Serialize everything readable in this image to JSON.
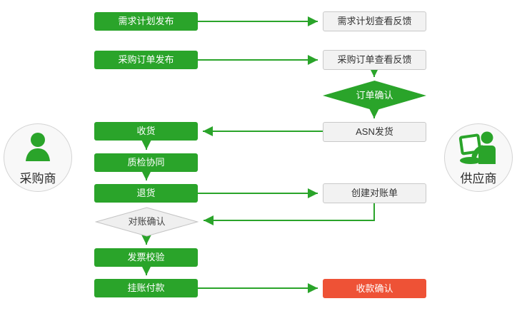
{
  "colors": {
    "green": "#2aa42a",
    "red": "#ee5236",
    "light_fill": "#f2f2f2",
    "light_border": "#c9c9c9",
    "diamond_gray_fill": "#efefef",
    "diamond_gray_border": "#c4c4c4",
    "circle_fill": "#f8f8f8",
    "circle_border": "#d4d4d4",
    "dark_text": "#333333",
    "white_text": "#ffffff"
  },
  "actors": {
    "buyer": {
      "label": "采购商",
      "icon": "user-icon"
    },
    "supplier": {
      "label": "供应商",
      "icon": "user-laptop-icon"
    }
  },
  "nodes": {
    "demand_plan_publish": {
      "label": "需求计划发布",
      "style": "green-box"
    },
    "demand_plan_feedback": {
      "label": "需求计划查看反馈",
      "style": "light-box"
    },
    "po_publish": {
      "label": "采购订单发布",
      "style": "green-box"
    },
    "po_feedback": {
      "label": "采购订单查看反馈",
      "style": "light-box"
    },
    "order_confirm": {
      "label": "订单确认",
      "style": "green-diamond"
    },
    "asn_ship": {
      "label": "ASN发货",
      "style": "light-box"
    },
    "receive_goods": {
      "label": "收货",
      "style": "green-box"
    },
    "quality_collab": {
      "label": "质检协同",
      "style": "green-box"
    },
    "return_goods": {
      "label": "退货",
      "style": "green-box"
    },
    "create_statement": {
      "label": "创建对账单",
      "style": "light-box"
    },
    "reconcile_confirm": {
      "label": "对账确认",
      "style": "gray-diamond"
    },
    "invoice_verify": {
      "label": "发票校验",
      "style": "green-box"
    },
    "book_payment": {
      "label": "挂账付款",
      "style": "green-box"
    },
    "receipt_confirm": {
      "label": "收款确认",
      "style": "red-box"
    }
  }
}
